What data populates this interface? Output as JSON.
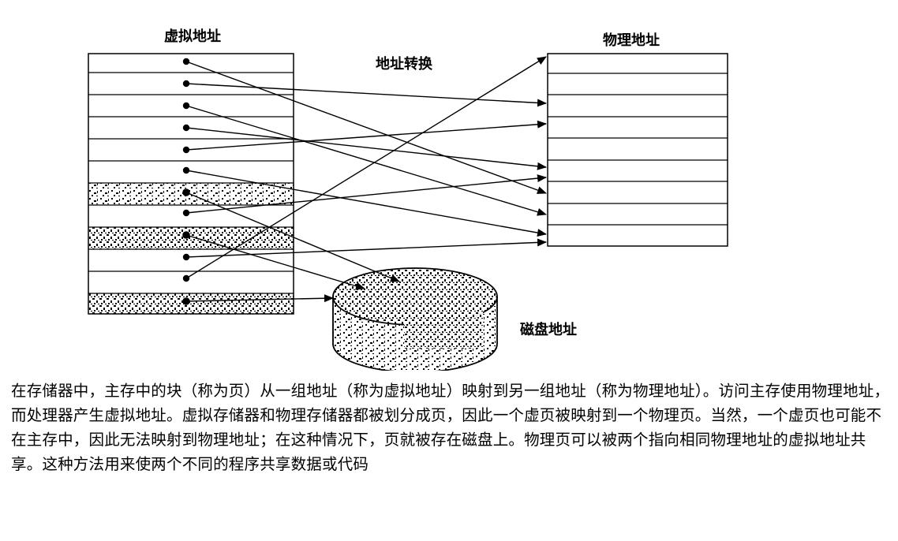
{
  "labels": {
    "virtual": "虚拟地址",
    "physical": "物理地址",
    "translation": "地址转换",
    "disk": "磁盘地址"
  },
  "caption": "在存储器中，主存中的块（称为页）从一组地址（称为虚拟地址）映射到另一组地址（称为物理地址）。访问主存使用物理地址，而处理器产生虚拟地址。虚拟存储器和物理存储器都被划分成页，因此一个虚页被映射到一个物理页。当然，一个虚页也可能不在主存中，因此无法映射到物理地址；在这种情况下，页就被存在磁盘上。物理页可以被两个指向相同物理地址的虚拟地址共享。这种方法用来使两个不同的程序共享数据或代码"
}
